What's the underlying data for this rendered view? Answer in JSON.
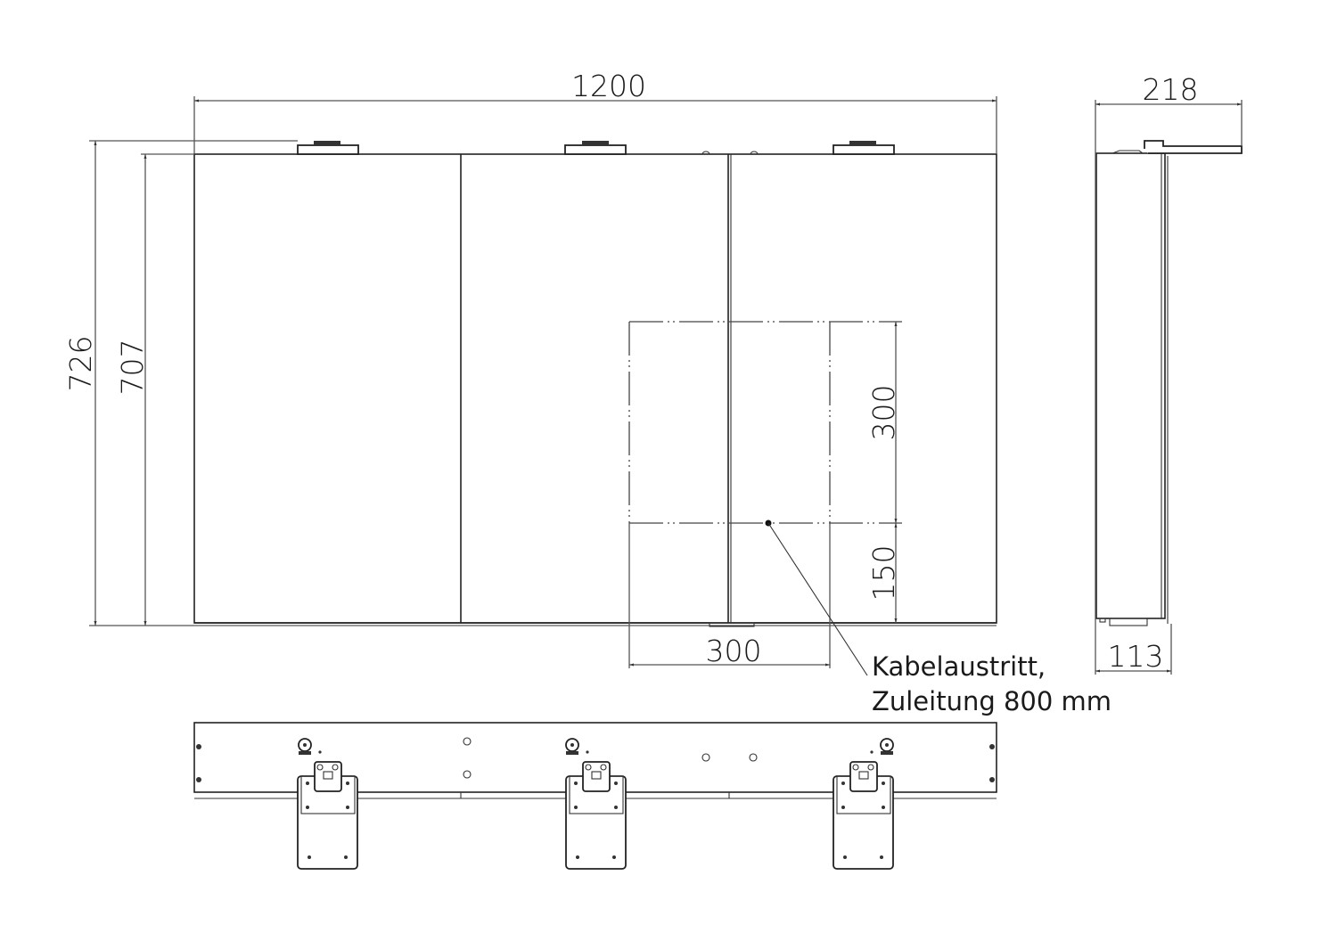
{
  "drawing": {
    "type": "technical-drawing",
    "subject": "three-door mirror cabinet",
    "units": "mm",
    "views": [
      "front-view",
      "side-view",
      "top-view"
    ]
  },
  "front_view": {
    "dimensions": {
      "overall_width": "1200",
      "overall_height": "726",
      "body_height": "707"
    },
    "doors": 3,
    "cable_zone": {
      "width": "300",
      "height": "300",
      "offset_from_bottom": "150"
    }
  },
  "side_view": {
    "dimensions": {
      "depth_with_light": "218",
      "body_depth": "113"
    }
  },
  "annotation": {
    "line1": "Kabelaustritt,",
    "line2": "Zuleitung 800 mm"
  },
  "colors": {
    "line": "#222222",
    "dimension": "#555555",
    "background": "#ffffff"
  }
}
